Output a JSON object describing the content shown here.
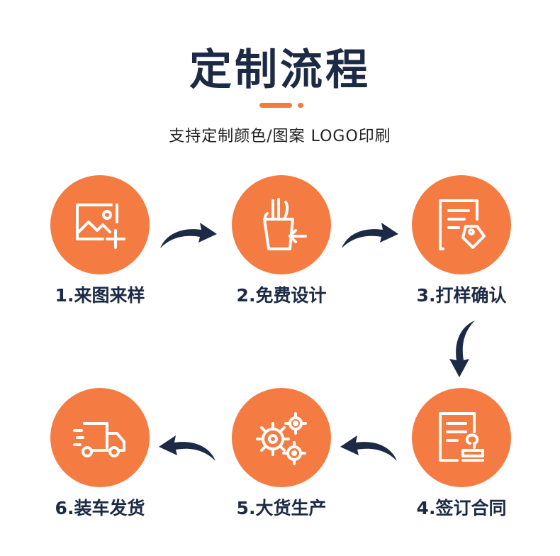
{
  "header": {
    "title": "定制流程",
    "subtitle": "支持定制颜色/图案 LOGO印刷"
  },
  "steps": [
    {
      "label": "1.来图来样",
      "icon": "image-add-icon"
    },
    {
      "label": "2.免费设计",
      "icon": "brush-cup-icon"
    },
    {
      "label": "3.打样确认",
      "icon": "document-tag-icon"
    },
    {
      "label": "4.签订合同",
      "icon": "contract-stamp-icon"
    },
    {
      "label": "5.大货生产",
      "icon": "gears-icon"
    },
    {
      "label": "6.装车发货",
      "icon": "delivery-truck-icon"
    }
  ],
  "colors": {
    "accent": "#f47c42",
    "title": "#1c2a45",
    "arrow": "#1c2a45",
    "icon": "#ffffff"
  }
}
